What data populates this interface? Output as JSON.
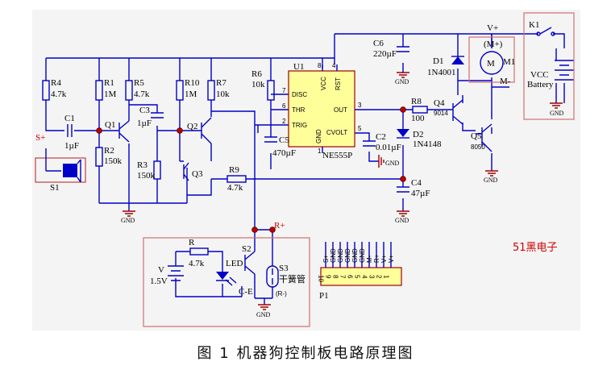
{
  "caption": "图 1  机器狗控制板电路原理图",
  "brand": "51黑电子",
  "components": {
    "R1": {
      "name": "R1",
      "value": "1M"
    },
    "R2": {
      "name": "R2",
      "value": "150k"
    },
    "R3": {
      "name": "R3",
      "value": "150k"
    },
    "R4": {
      "name": "R4",
      "value": "4.7k"
    },
    "R5": {
      "name": "R5",
      "value": "4.7k"
    },
    "R6": {
      "name": "R6",
      "value": "10k"
    },
    "R7": {
      "name": "R7",
      "value": "10k"
    },
    "R8": {
      "name": "R8",
      "value": "100"
    },
    "R9": {
      "name": "R9",
      "value": "4.7k"
    },
    "R10": {
      "name": "R10",
      "value": "1M"
    },
    "C1": {
      "name": "C1",
      "value": "1µF"
    },
    "C2": {
      "name": "C2",
      "value": "0.01µF"
    },
    "C3": {
      "name": "C3",
      "value": "1µF"
    },
    "C4": {
      "name": "C4",
      "value": "47µF"
    },
    "C5": {
      "name": "C5",
      "value": "470µF"
    },
    "C6": {
      "name": "C6",
      "value": "220µF"
    },
    "D1": {
      "name": "D1",
      "value": "1N4001"
    },
    "D2": {
      "name": "D2",
      "value": "1N4148"
    },
    "Q1": {
      "name": "Q1"
    },
    "Q2": {
      "name": "Q2"
    },
    "Q3": {
      "name": "Q3"
    },
    "Q4": {
      "name": "Q4",
      "value": "9014"
    },
    "Q5": {
      "name": "Q5",
      "value": "8050"
    },
    "U1": {
      "name": "U1",
      "part": "NE555P"
    },
    "S1": {
      "name": "S1"
    },
    "S2": {
      "name": "S2"
    },
    "S3": {
      "name": "S3",
      "value": "干簧管"
    },
    "K1": {
      "name": "K1"
    },
    "M1": {
      "name": "M1",
      "symbol": "M"
    },
    "P1": {
      "name": "P1"
    },
    "LED": {
      "name": "LED"
    },
    "Rled": {
      "name": "R",
      "value": "4.7k"
    },
    "V": {
      "name": "V",
      "value": "1.5V"
    }
  },
  "pins": {
    "disc": "DISC",
    "thr": "THR",
    "trig": "TRIG",
    "out": "OUT",
    "cvolt": "CVOLT",
    "gnd": "GND",
    "vcc": "VCC",
    "rst": "RST",
    "n7": "7",
    "n6": "6",
    "n2": "2",
    "n3": "3",
    "n5": "5",
    "n8": "8",
    "n4": "4",
    "n1": "1"
  },
  "nets": {
    "vplus": "V+",
    "mplus": "(M+)",
    "mminus": "M-",
    "splus": "S+",
    "rplus": "R+",
    "rminus": "(R-)",
    "ce": "C-E",
    "gnd": "GND",
    "vcc_battery_1": "VCC",
    "vcc_battery_2": "Battery"
  },
  "header": {
    "pin_numbers": [
      "10",
      "9",
      "8",
      "7",
      "6",
      "5",
      "4",
      "3",
      "2",
      "1"
    ],
    "pin_labels": [
      "S+",
      "GND",
      "GND",
      "GND",
      "GND",
      "GND",
      "M-",
      "R+",
      "V+",
      "V+"
    ]
  },
  "colors": {
    "wire": "#0000c8",
    "accent": "#d00000",
    "box": "#d07070"
  }
}
